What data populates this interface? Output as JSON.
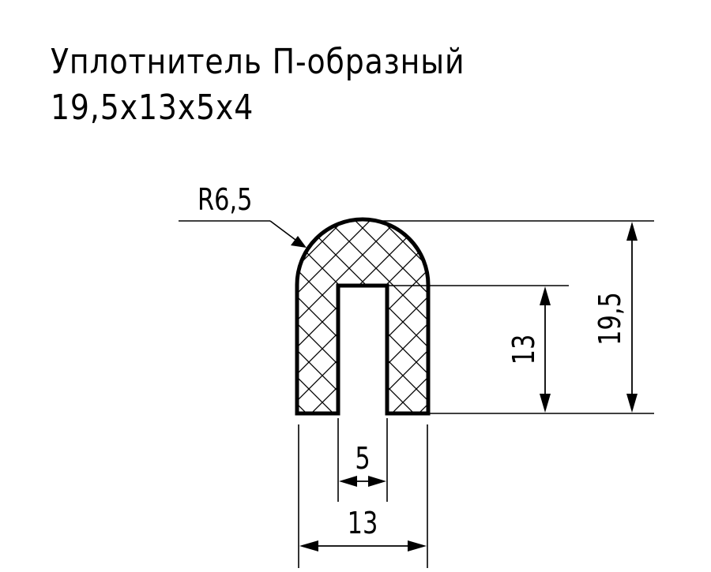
{
  "title": {
    "line1": "Уплотнитель П-образный",
    "line2": "19,5х13х5х4"
  },
  "dimensions": {
    "radius": "R6,5",
    "total_height": "19,5",
    "inner_height": "13",
    "slot_width": "5",
    "total_width": "13"
  },
  "colors": {
    "stroke": "#000000",
    "background": "#ffffff"
  }
}
